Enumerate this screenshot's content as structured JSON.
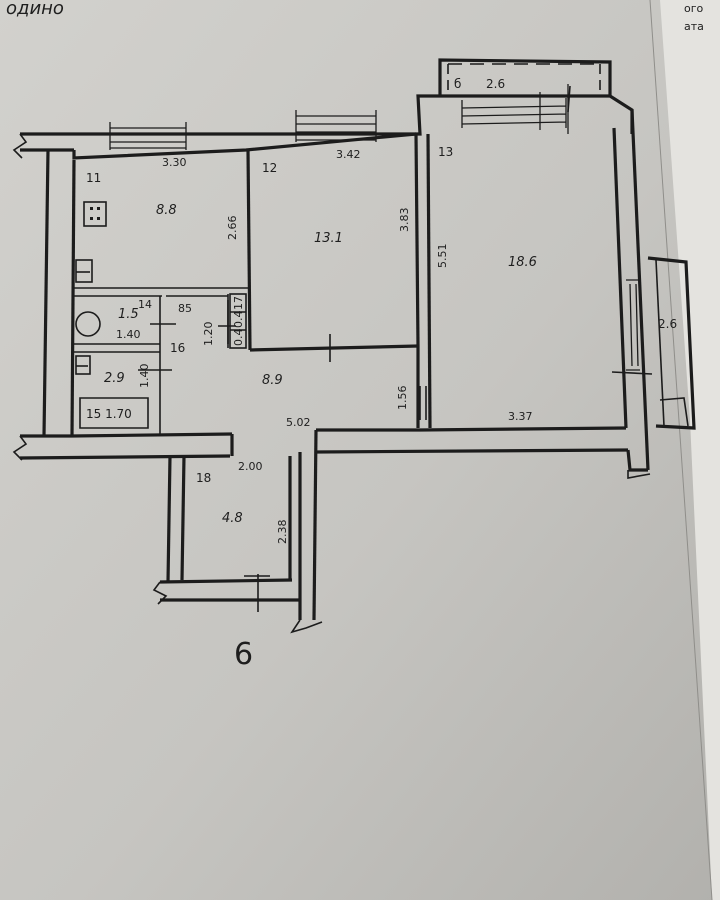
{
  "corner_text": {
    "top_left": "одино",
    "right_1": "ого",
    "right_2": "ата"
  },
  "balcony": {
    "label": "б",
    "area": "2.6"
  },
  "loggia": {
    "area": "2.6"
  },
  "rooms": [
    {
      "id": "room-11",
      "number": "11",
      "area": "8.8",
      "width": "3.30",
      "depth": "2.66"
    },
    {
      "id": "room-12",
      "number": "12",
      "area": "13.1",
      "width": "3.42",
      "depth": "3.83"
    },
    {
      "id": "room-13",
      "number": "13",
      "area": "18.6",
      "width": "3.37",
      "depth": "5.51"
    },
    {
      "id": "room-14",
      "number": "14",
      "area": "1.5",
      "width": "1.40"
    },
    {
      "id": "room-15",
      "number": "15",
      "area": "2.9",
      "width": "1.70",
      "depth": "1.40"
    },
    {
      "id": "room-16",
      "number": "16",
      "area": "8.9",
      "width": "5.02",
      "depth": "1.56"
    },
    {
      "id": "room-17",
      "number": "17",
      "area": "0.4",
      "width": "0.4",
      "depth": "1.20"
    },
    {
      "id": "room-18",
      "number": "18",
      "area": "4.8",
      "width": "2.00",
      "depth": "2.38"
    }
  ],
  "bath_label": "15 1.70",
  "closet_area": "85",
  "entrance_label": "6"
}
